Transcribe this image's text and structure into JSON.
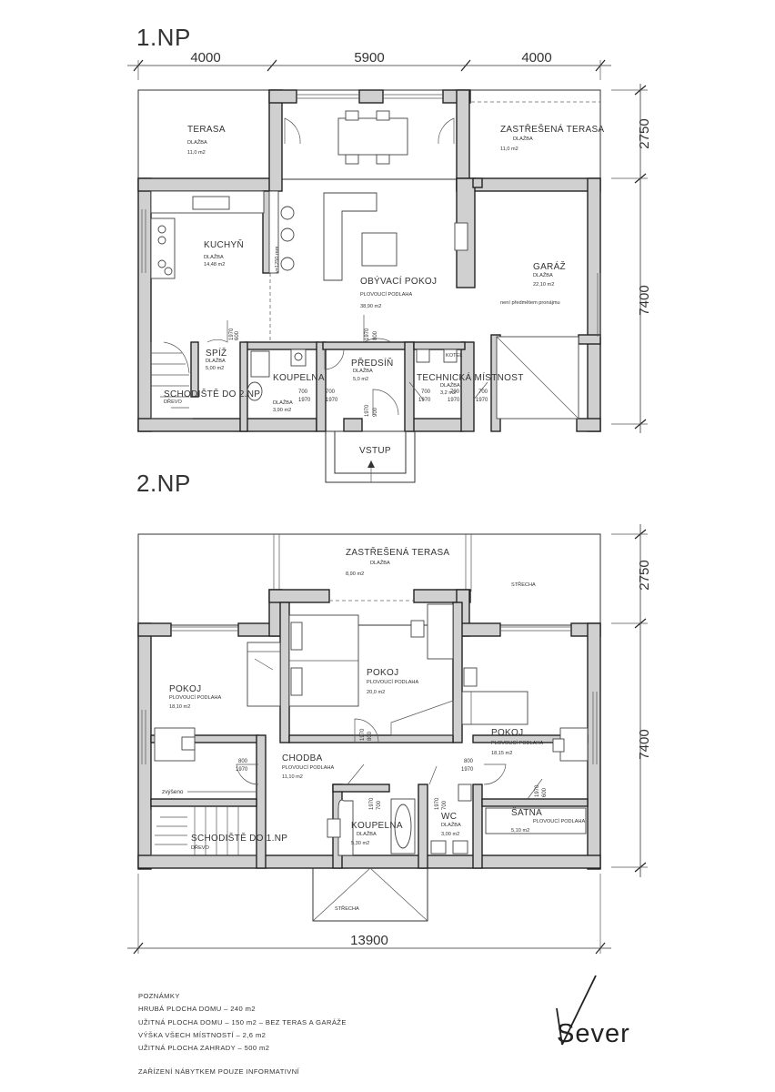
{
  "floors": [
    {
      "title": "1.NP",
      "dimensions_top": [
        "4000",
        "5900",
        "4000"
      ],
      "dimensions_right": [
        "2750",
        "7400"
      ],
      "rooms": [
        {
          "name": "TERASA",
          "floor": "DLAŽBA",
          "area": "11,0 m2"
        },
        {
          "name": "ZASTŘEŠENÁ TERASA",
          "floor": "DLAŽBA",
          "area": "11,0 m2"
        },
        {
          "name": "KUCHYŇ",
          "floor": "DLAŽBA",
          "area": "14,48 m2"
        },
        {
          "name": "OBÝVACÍ POKOJ",
          "floor": "PLOVOUCÍ PODLAHA",
          "area": "38,90 m2"
        },
        {
          "name": "GARÁŽ",
          "floor": "DLAŽBA",
          "area": "22,10 m2",
          "note": "není předmětem pronájmu"
        },
        {
          "name": "SPÍŽ",
          "floor": "DLAŽBA",
          "area": "5,00 m2"
        },
        {
          "name": "KOUPELNA",
          "floor": "DLAŽBA",
          "area": "3,90 m2"
        },
        {
          "name": "PŘEDSÍŇ",
          "floor": "DLAŽBA",
          "area": "5,0 m2"
        },
        {
          "name": "TECHNICKÁ MÍSTNOST",
          "floor": "DLAŽBA",
          "area": "3,2 m2"
        },
        {
          "name": "SCHODIŠTĚ DO 2.NP",
          "floor": "DŘEVO"
        },
        {
          "name": "VSTUP"
        }
      ],
      "labels": {
        "counter_height": "v=1250 mm",
        "boiler": "KOTEL"
      },
      "door_marks": [
        "600",
        "1970",
        "700",
        "1970",
        "700",
        "1970",
        "900",
        "1970",
        "800",
        "1970",
        "700",
        "1970",
        "700",
        "1970",
        "700",
        "1970"
      ]
    },
    {
      "title": "2.NP",
      "dimensions_bottom": [
        "13900"
      ],
      "dimensions_right": [
        "2750",
        "7400"
      ],
      "rooms": [
        {
          "name": "ZASTŘEŠENÁ TERASA",
          "floor": "DLAŽBA",
          "area": "8,90 m2"
        },
        {
          "name": "STŘECHA"
        },
        {
          "name": "POKOJ",
          "floor": "PLOVOUCÍ PODLAHA",
          "area": "18,10 m2"
        },
        {
          "name": "POKOJ",
          "floor": "PLOVOUCÍ PODLAHA",
          "area": "20,0 m2"
        },
        {
          "name": "POKOJ",
          "floor": "PLOVOUCÍ PODLAHA",
          "area": "18,15 m2"
        },
        {
          "name": "CHODBA",
          "floor": "PLOVOUCÍ PODLAHA",
          "area": "11,10 m2"
        },
        {
          "name": "KOUPELNA",
          "floor": "DLAŽBA",
          "area": "5,30 m2"
        },
        {
          "name": "WC",
          "floor": "DLAŽBA",
          "area": "3,00 m2"
        },
        {
          "name": "ŠATNA",
          "floor": "PLOVOUCÍ PODLAHA",
          "area": "5,10 m2"
        },
        {
          "name": "SCHODIŠTĚ DO 1.NP",
          "floor": "DŘEVO"
        },
        {
          "name": "STŘECHA"
        }
      ],
      "labels": {
        "raised": "zvýšeno"
      },
      "door_marks": [
        "800",
        "1970",
        "800",
        "1970",
        "800",
        "1970",
        "700",
        "1970",
        "700",
        "1970",
        "600",
        "1970"
      ]
    }
  ],
  "notes": {
    "heading": "POZNÁMKY",
    "lines": [
      "HRUBÁ PLOCHA DOMU –       240 m2",
      "UŽITNÁ PLOCHA DOMU –      150 m2 – BEZ TERAS A GARÁŽE",
      "VÝŠKA VŠECH MÍSTNOSTÍ –     2,6  m2",
      "UŽITNÁ PLOCHA ZAHRADY –  500 m2"
    ],
    "footer": "ZAŘÍZENÍ NÁBYTKEM POUZE INFORMATIVNÍ"
  },
  "north_label": "Sever"
}
